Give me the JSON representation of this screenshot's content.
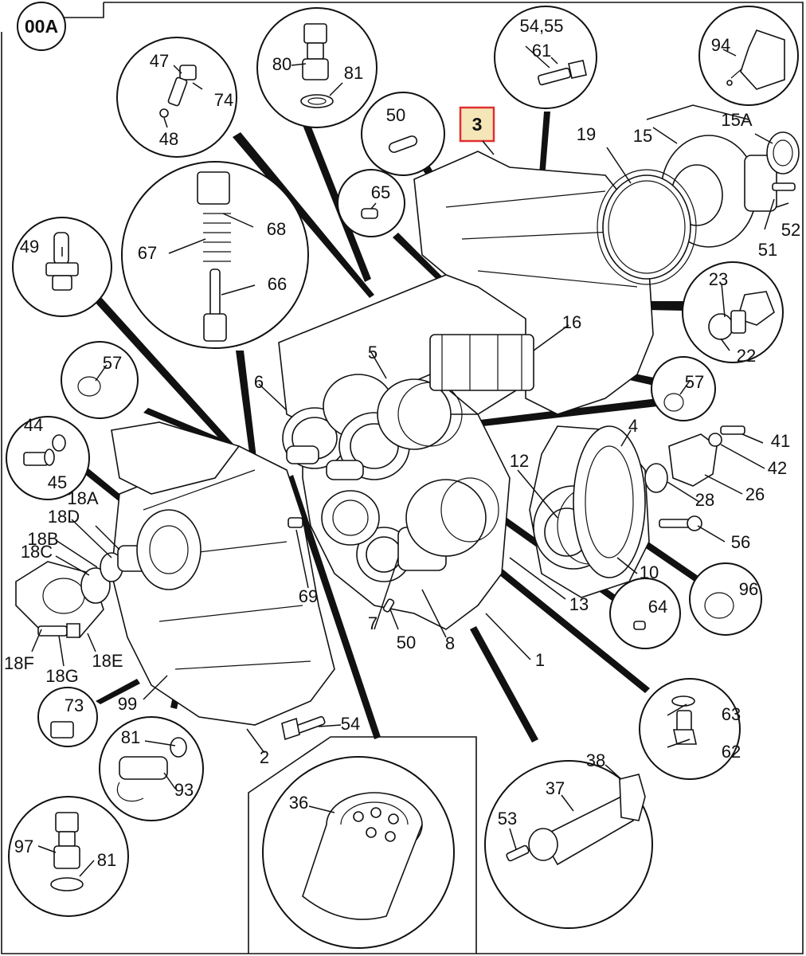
{
  "diagram": {
    "page_code": "00A",
    "highlighted_part": {
      "label": "3",
      "fill": "#f5e6b8",
      "border": "#e03030"
    },
    "callouts": [
      {
        "id": "c1",
        "label": "1"
      },
      {
        "id": "c2",
        "label": "2"
      },
      {
        "id": "c4",
        "label": "4"
      },
      {
        "id": "c5",
        "label": "5"
      },
      {
        "id": "c6",
        "label": "6"
      },
      {
        "id": "c7",
        "label": "7"
      },
      {
        "id": "c8",
        "label": "8"
      },
      {
        "id": "c10",
        "label": "10"
      },
      {
        "id": "c12",
        "label": "12"
      },
      {
        "id": "c13",
        "label": "13"
      },
      {
        "id": "c15",
        "label": "15"
      },
      {
        "id": "c15a",
        "label": "15A"
      },
      {
        "id": "c16",
        "label": "16"
      },
      {
        "id": "c18a",
        "label": "18A"
      },
      {
        "id": "c18b",
        "label": "18B"
      },
      {
        "id": "c18c",
        "label": "18C"
      },
      {
        "id": "c18d",
        "label": "18D"
      },
      {
        "id": "c18e",
        "label": "18E"
      },
      {
        "id": "c18f",
        "label": "18F"
      },
      {
        "id": "c18g",
        "label": "18G"
      },
      {
        "id": "c19",
        "label": "19"
      },
      {
        "id": "c22",
        "label": "22"
      },
      {
        "id": "c23",
        "label": "23"
      },
      {
        "id": "c26",
        "label": "26"
      },
      {
        "id": "c28",
        "label": "28"
      },
      {
        "id": "c36",
        "label": "36"
      },
      {
        "id": "c37",
        "label": "37"
      },
      {
        "id": "c38",
        "label": "38"
      },
      {
        "id": "c41",
        "label": "41"
      },
      {
        "id": "c42",
        "label": "42"
      },
      {
        "id": "c44",
        "label": "44"
      },
      {
        "id": "c45",
        "label": "45"
      },
      {
        "id": "c47",
        "label": "47"
      },
      {
        "id": "c48",
        "label": "48"
      },
      {
        "id": "c49",
        "label": "49"
      },
      {
        "id": "c50a",
        "label": "50"
      },
      {
        "id": "c50b",
        "label": "50"
      },
      {
        "id": "c51",
        "label": "51"
      },
      {
        "id": "c52",
        "label": "52"
      },
      {
        "id": "c53",
        "label": "53"
      },
      {
        "id": "c5455",
        "label": "54,55"
      },
      {
        "id": "c54",
        "label": "54"
      },
      {
        "id": "c56",
        "label": "56"
      },
      {
        "id": "c57a",
        "label": "57"
      },
      {
        "id": "c57b",
        "label": "57"
      },
      {
        "id": "c61",
        "label": "61"
      },
      {
        "id": "c62",
        "label": "62"
      },
      {
        "id": "c63",
        "label": "63"
      },
      {
        "id": "c64",
        "label": "64"
      },
      {
        "id": "c65",
        "label": "65"
      },
      {
        "id": "c66",
        "label": "66"
      },
      {
        "id": "c67",
        "label": "67"
      },
      {
        "id": "c68",
        "label": "68"
      },
      {
        "id": "c69",
        "label": "69"
      },
      {
        "id": "c73",
        "label": "73"
      },
      {
        "id": "c74",
        "label": "74"
      },
      {
        "id": "c80",
        "label": "80"
      },
      {
        "id": "c81a",
        "label": "81"
      },
      {
        "id": "c81b",
        "label": "81"
      },
      {
        "id": "c81c",
        "label": "81"
      },
      {
        "id": "c93",
        "label": "93"
      },
      {
        "id": "c94",
        "label": "94"
      },
      {
        "id": "c96",
        "label": "96"
      },
      {
        "id": "c97",
        "label": "97"
      },
      {
        "id": "c99",
        "label": "99"
      }
    ]
  }
}
